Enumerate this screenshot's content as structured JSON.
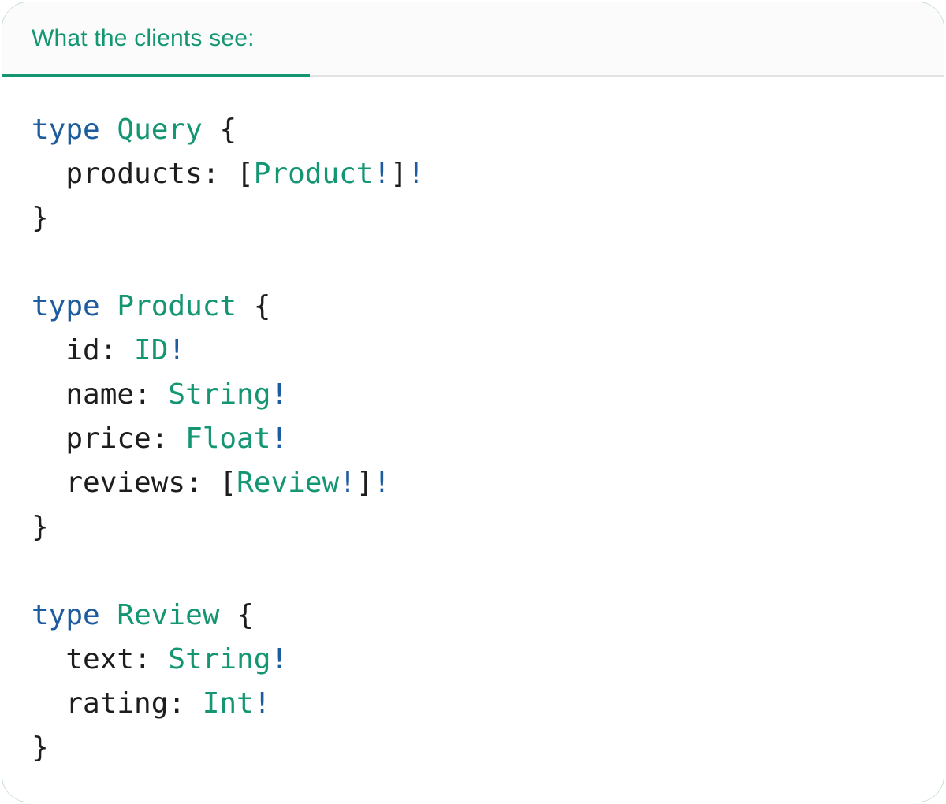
{
  "tab": {
    "label": "What the clients see:"
  },
  "colors": {
    "green": "#149673",
    "blue": "#1D5C9E",
    "ink": "#1D1D20",
    "divider": "#E3E3E3",
    "tabbar_bg": "#FBFBFB",
    "card_border": "#C8E0CC"
  },
  "code": {
    "language": "graphql",
    "lines": [
      [
        {
          "s": "type",
          "c": "k"
        },
        {
          "s": " ",
          "c": "p"
        },
        {
          "s": "Query",
          "c": "t"
        },
        {
          "s": " {",
          "c": "p"
        }
      ],
      [
        {
          "s": "  products: [",
          "c": "p"
        },
        {
          "s": "Product",
          "c": "t"
        },
        {
          "s": "!",
          "c": "b"
        },
        {
          "s": "]",
          "c": "p"
        },
        {
          "s": "!",
          "c": "b"
        }
      ],
      [
        {
          "s": "}",
          "c": "p"
        }
      ],
      [],
      [
        {
          "s": "type",
          "c": "k"
        },
        {
          "s": " ",
          "c": "p"
        },
        {
          "s": "Product",
          "c": "t"
        },
        {
          "s": " {",
          "c": "p"
        }
      ],
      [
        {
          "s": "  id: ",
          "c": "p"
        },
        {
          "s": "ID",
          "c": "t"
        },
        {
          "s": "!",
          "c": "b"
        }
      ],
      [
        {
          "s": "  name: ",
          "c": "p"
        },
        {
          "s": "String",
          "c": "t"
        },
        {
          "s": "!",
          "c": "b"
        }
      ],
      [
        {
          "s": "  price: ",
          "c": "p"
        },
        {
          "s": "Float",
          "c": "t"
        },
        {
          "s": "!",
          "c": "b"
        }
      ],
      [
        {
          "s": "  reviews: [",
          "c": "p"
        },
        {
          "s": "Review",
          "c": "t"
        },
        {
          "s": "!",
          "c": "b"
        },
        {
          "s": "]",
          "c": "p"
        },
        {
          "s": "!",
          "c": "b"
        }
      ],
      [
        {
          "s": "}",
          "c": "p"
        }
      ],
      [],
      [
        {
          "s": "type",
          "c": "k"
        },
        {
          "s": " ",
          "c": "p"
        },
        {
          "s": "Review",
          "c": "t"
        },
        {
          "s": " {",
          "c": "p"
        }
      ],
      [
        {
          "s": "  text: ",
          "c": "p"
        },
        {
          "s": "String",
          "c": "t"
        },
        {
          "s": "!",
          "c": "b"
        }
      ],
      [
        {
          "s": "  rating: ",
          "c": "p"
        },
        {
          "s": "Int",
          "c": "t"
        },
        {
          "s": "!",
          "c": "b"
        }
      ],
      [
        {
          "s": "}",
          "c": "p"
        }
      ]
    ]
  }
}
